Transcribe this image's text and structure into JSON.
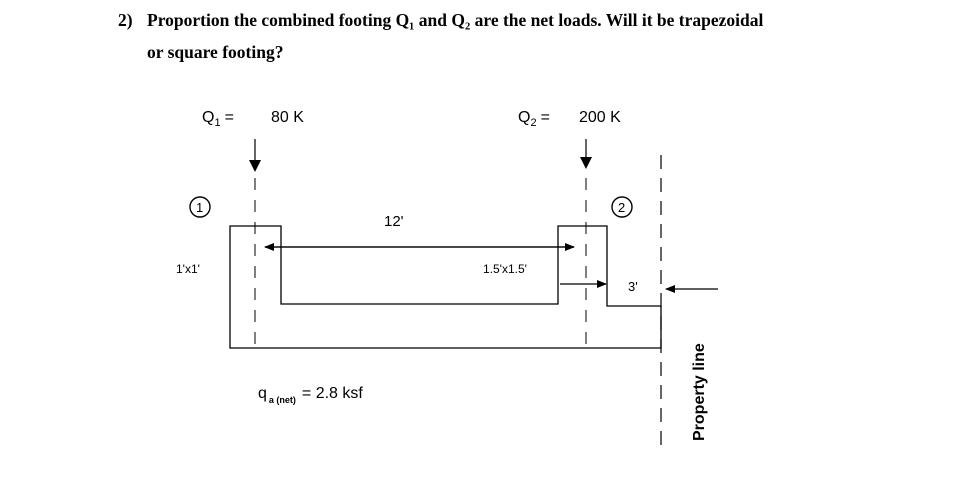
{
  "question": {
    "number": "2)",
    "line1": "Proportion the combined footing Q₁ and Q₂ are the net loads. Will it be trapezoidal",
    "line2": "or square footing?"
  },
  "diagram": {
    "q1_symbol": "Q",
    "q1_subscript": "1",
    "q1_equals": "=",
    "q1_value": "80 K",
    "q2_symbol": "Q",
    "q2_subscript": "2",
    "q2_equals": "=",
    "q2_value": "200 K",
    "column1_marker": "1",
    "column2_marker": "2",
    "column1_size": "1'x1'",
    "column2_size": "1.5'x1.5'",
    "spacing": "12'",
    "offset": "3'",
    "soil_pressure_symbol": "q",
    "soil_pressure_subscript": "a (net)",
    "soil_pressure_value": "= 2.8 ksf",
    "property_line_label": "Property line"
  }
}
